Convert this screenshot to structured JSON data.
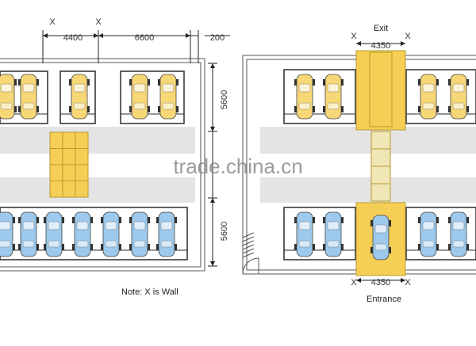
{
  "dimensions": {
    "left_top": [
      "4400",
      "6600",
      "200"
    ],
    "left_side": [
      "5600",
      "5600"
    ],
    "right_top": "4350",
    "right_bottom": "4350"
  },
  "labels": {
    "exit": "Exit",
    "entrance": "Entrance",
    "note": "Note: X is Wall",
    "watermark": "trade.china.cn",
    "wall_mark": "X"
  },
  "colors": {
    "yellow_car": "#f7d776",
    "blue_car": "#9cc9ec",
    "lift_yellow": "#f5cf55",
    "aisle": "#e4e4e4",
    "rack": "#2b2b2b"
  },
  "lots": {
    "left": {
      "top_row": [
        "yellow",
        "yellow",
        "empty",
        "yellow",
        "empty",
        "yellow",
        "yellow"
      ],
      "bottom_row": [
        "blue",
        "blue",
        "blue",
        "blue",
        "blue",
        "blue",
        "blue"
      ]
    },
    "right": {
      "top_row": [
        "yellow",
        "yellow",
        "lift",
        "yellow",
        "yellow"
      ],
      "bottom_row": [
        "blue",
        "blue",
        "lift-car",
        "blue",
        "blue"
      ]
    }
  }
}
